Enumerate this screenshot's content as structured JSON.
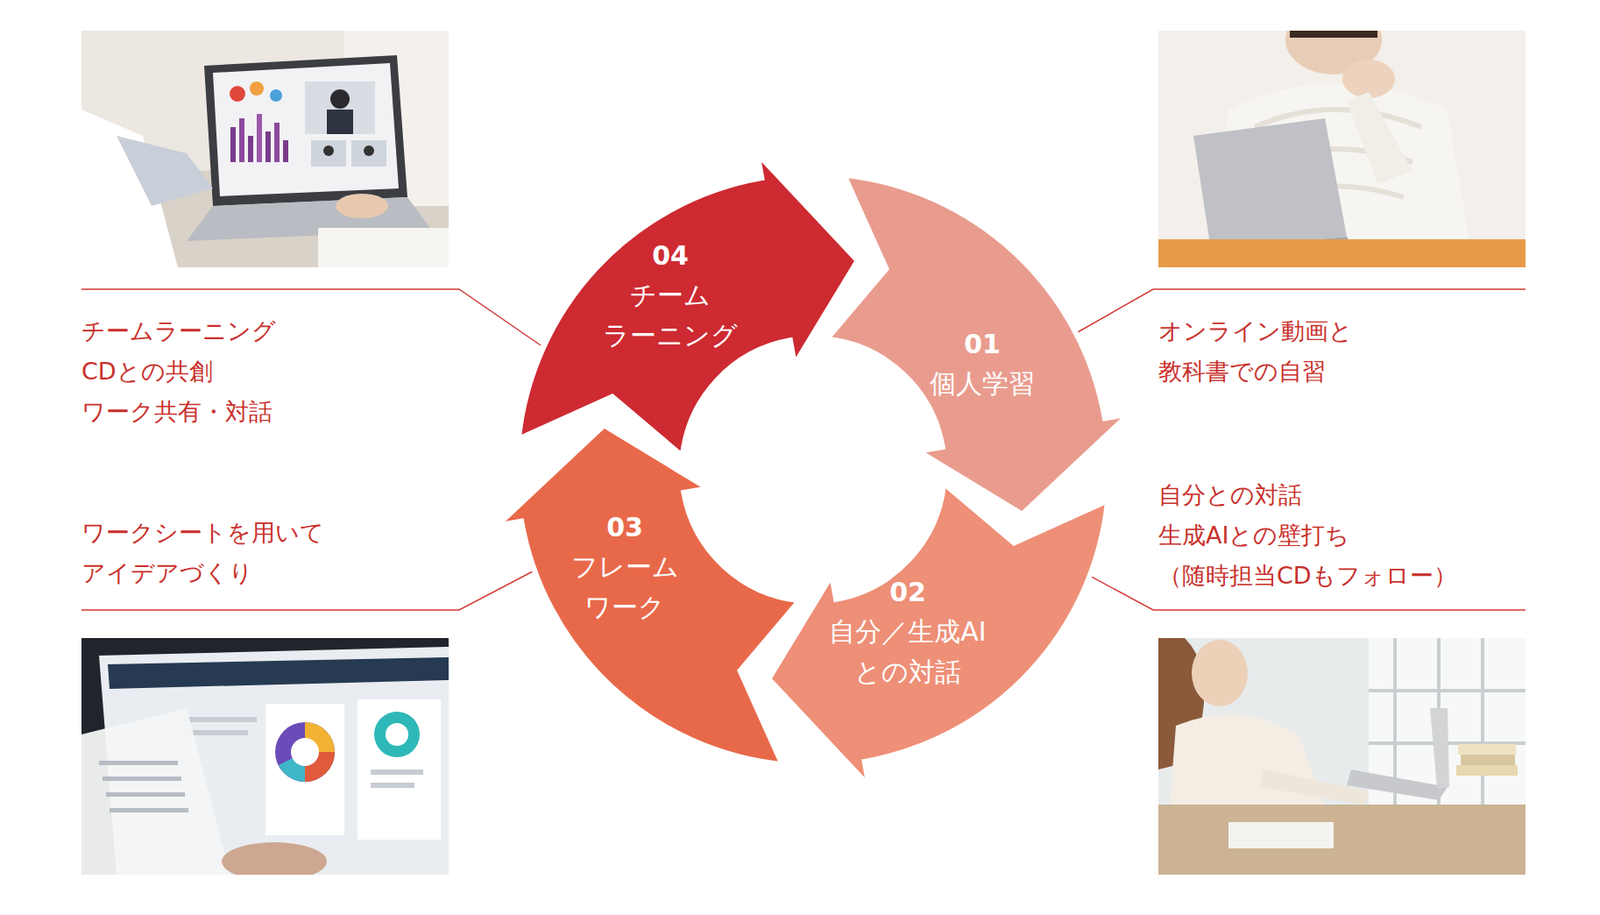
{
  "diagram": {
    "nodes": [
      {
        "text": [
          "01",
          "個人学習"
        ]
      },
      {
        "text": [
          "02",
          "自分／生成AI との対話"
        ]
      },
      {
        "text": [
          "03",
          "フレーム ワーク"
        ]
      },
      {
        "text": [
          "04",
          "チーム ラーニング"
        ]
      }
    ],
    "labels": [
      "チームラーニング CDとの共創 ワーク共有・対話",
      "ワークシートを用いて アイデアづくり",
      "オンライン動画と 教科書での自習",
      "自分との対話 生成AIとの壁打ち （随時担当CDもフォロー）"
    ]
  }
}
